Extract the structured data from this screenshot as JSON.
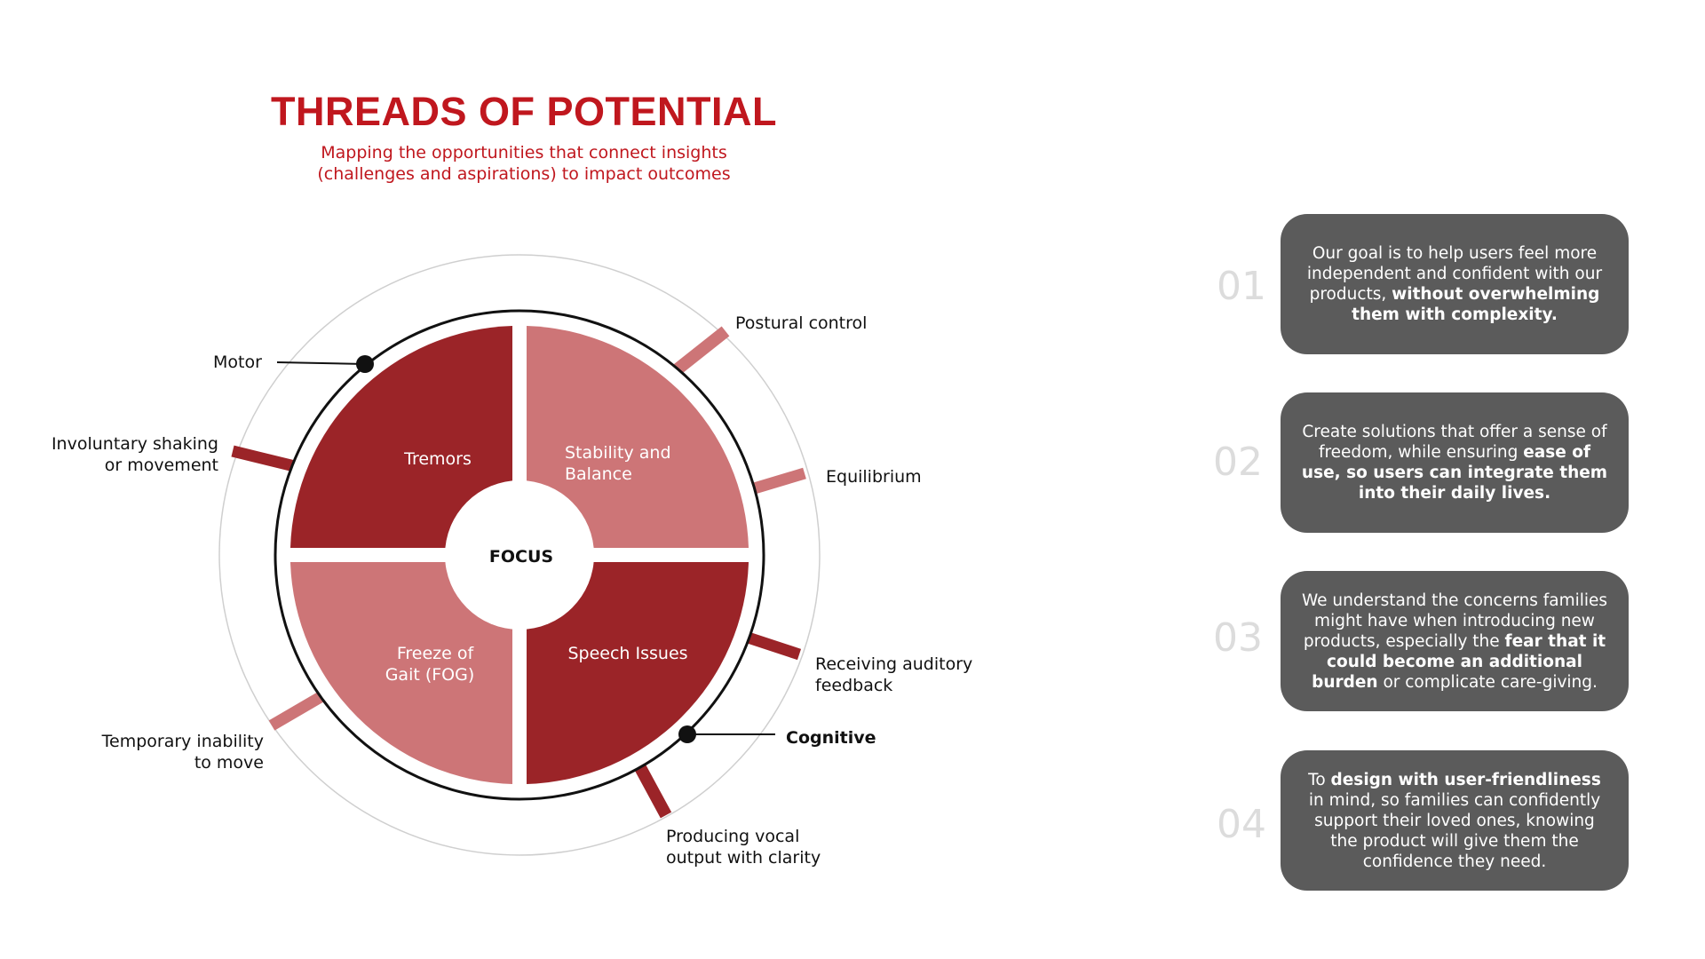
{
  "header": {
    "title": "THREADS OF POTENTIAL",
    "subtitle_line1": "Mapping the opportunities that connect insights",
    "subtitle_line2": "(challenges and aspirations) to impact outcomes"
  },
  "diagram": {
    "center": "FOCUS",
    "quadrants": {
      "tremors": "Tremors",
      "stability_line1": "Stability and",
      "stability_line2": "Balance",
      "fog_line1": "Freeze of",
      "fog_line2": "Gait (FOG)",
      "speech": "Speech Issues"
    },
    "categories": {
      "motor": "Motor",
      "cognitive": "Cognitive"
    },
    "outcomes": {
      "postural": "Postural control",
      "equilibrium": "Equilibrium",
      "auditory_line1": "Receiving auditory",
      "auditory_line2": "feedback",
      "vocal_line1": "Producing vocal",
      "vocal_line2": "output with clarity",
      "shaking_line1": "Involuntary shaking",
      "shaking_line2": "or movement",
      "inability_line1": "Temporary inability",
      "inability_line2": "to move"
    },
    "colors": {
      "dark_red": "#9b2428",
      "light_red": "#cd7577",
      "title_red": "#c0171e"
    }
  },
  "cards": [
    {
      "number": "01",
      "parts": [
        {
          "text": "Our goal is to help users feel more independent and confident with our products, ",
          "bold": false
        },
        {
          "text": "without overwhelming them with complexity.",
          "bold": true
        }
      ]
    },
    {
      "number": "02",
      "parts": [
        {
          "text": "Create solutions that offer a sense of freedom, while ensuring ",
          "bold": false
        },
        {
          "text": "ease of use, so users can integrate them into their daily lives.",
          "bold": true
        }
      ]
    },
    {
      "number": "03",
      "parts": [
        {
          "text": "We understand the concerns families might have when introducing new products, especially the ",
          "bold": false
        },
        {
          "text": "fear that it could become an additional burden",
          "bold": true
        },
        {
          "text": " or complicate care-giving.",
          "bold": false
        }
      ]
    },
    {
      "number": "04",
      "parts": [
        {
          "text": "To ",
          "bold": false
        },
        {
          "text": "design with user-friendliness",
          "bold": true
        },
        {
          "text": " in mind, so families can confidently support their loved ones, knowing the product will give them the confidence they need.",
          "bold": false
        }
      ]
    }
  ]
}
